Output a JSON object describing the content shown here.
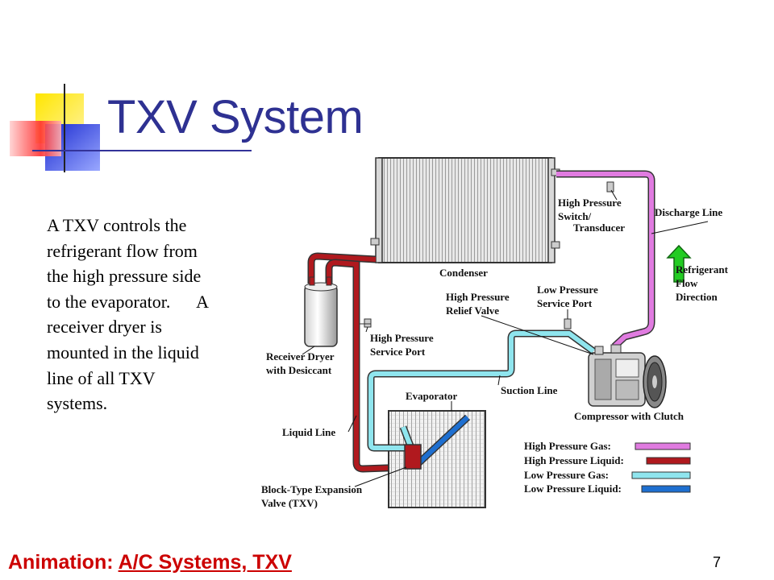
{
  "slide": {
    "title": "TXV System",
    "body_lines": [
      "A TXV controls the",
      "refrigerant flow from",
      "the high pressure side",
      "to the evaporator.      A",
      "receiver dryer is",
      "mounted in the liquid",
      "line of all TXV",
      "systems."
    ],
    "footer_prefix": "Animation: ",
    "footer_link": "A/C Systems, TXV",
    "page_number": "7"
  },
  "diagram": {
    "labels": {
      "condenser": "Condenser",
      "hp_switch": [
        "High Pressure",
        "Switch/",
        "Transducer"
      ],
      "discharge_line": "Discharge Line",
      "flow_direction": [
        "Refrigerant",
        "Flow",
        "Direction"
      ],
      "lp_service_port": [
        "Low Pressure",
        "Service Port"
      ],
      "hp_relief_valve": [
        "High Pressure",
        "Relief Valve"
      ],
      "hp_service_port": [
        "High Pressure",
        "Service Port"
      ],
      "receiver_dryer": [
        "Receiver Dryer",
        "with Desiccant"
      ],
      "suction_line": "Suction Line",
      "evaporator": "Evaporator",
      "compressor": "Compressor with Clutch",
      "liquid_line": "Liquid Line",
      "expansion_valve": [
        "Block-Type Expansion",
        "Valve (TXV)"
      ]
    },
    "legend": [
      {
        "label": "High Pressure Gas:",
        "color": "#e07be0"
      },
      {
        "label": "High Pressure Liquid:",
        "color": "#b0191e"
      },
      {
        "label": "Low Pressure Gas:",
        "color": "#8fe5ee"
      },
      {
        "label": "Low Pressure Liquid:",
        "color": "#1e6fd0"
      }
    ],
    "colors": {
      "hp_gas": "#e07be0",
      "hp_liquid": "#b0191e",
      "lp_gas": "#8fe5ee",
      "lp_liquid": "#1e6fd0",
      "flow_arrow": "#22cc22"
    }
  }
}
